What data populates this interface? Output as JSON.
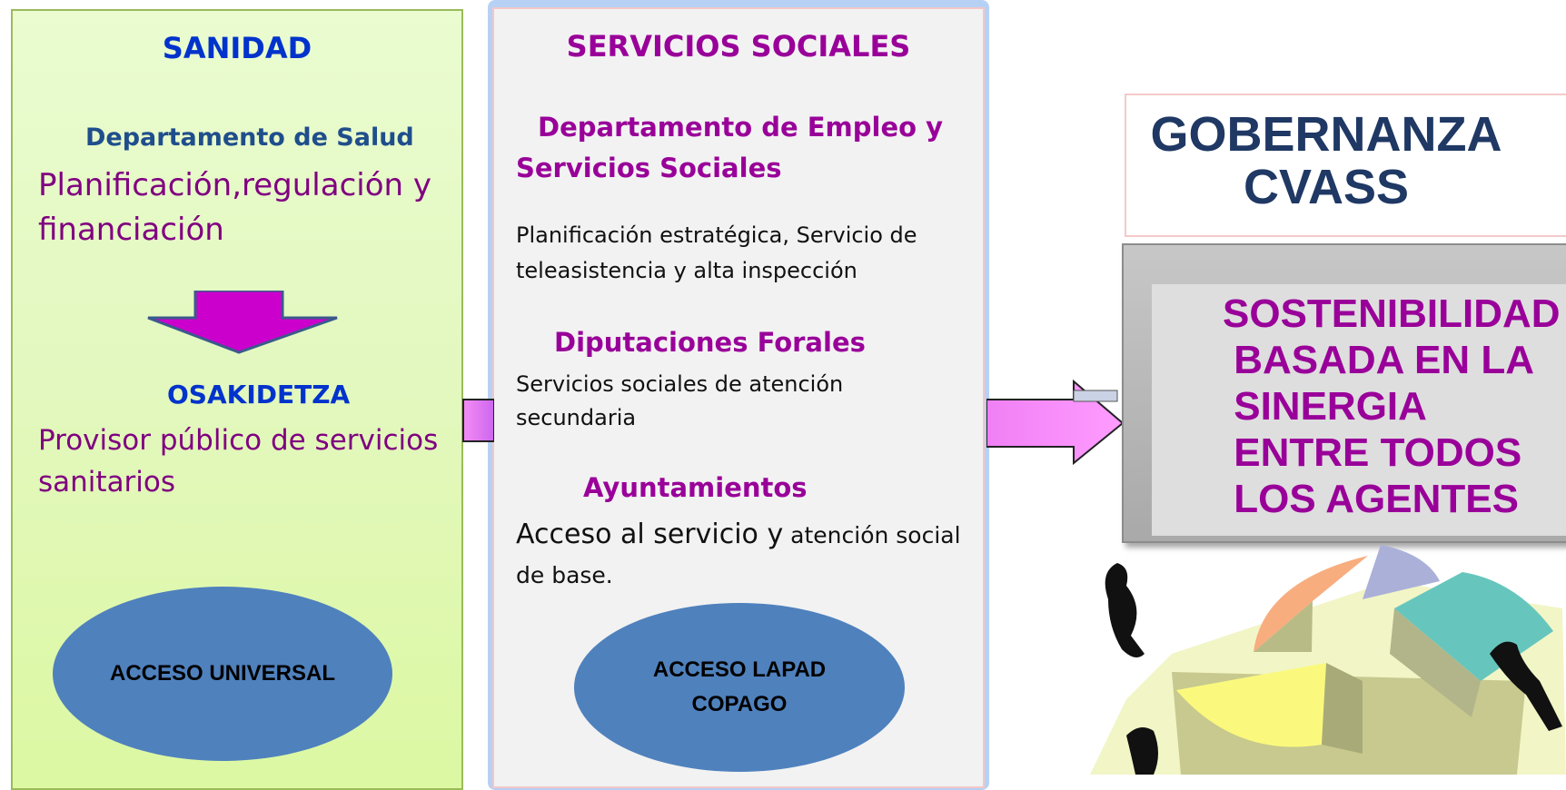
{
  "sanidad": {
    "title": "SANIDAD",
    "department": "Departamento de Salud",
    "department_role": "Planificación,regulación y financiación",
    "provider_title": "OSAKIDETZA",
    "provider_desc": "Provisor público de servicios sanitarios",
    "access": "ACCESO UNIVERSAL"
  },
  "servicios_sociales": {
    "title": "SERVICIOS SOCIALES",
    "department": "Departamento de Empleo y Servicios Sociales",
    "department_role": "Planificación estratégica, Servicio de teleasistencia y alta inspección",
    "diputaciones_title": "Diputaciones Forales",
    "diputaciones_desc": "Servicios sociales de atención secundaria",
    "ayuntamientos_title": "Ayuntamientos",
    "ayuntamientos_desc_large": "Acceso al servicio y",
    "ayuntamientos_desc_small": " atención social de base.",
    "access_line1": "ACCESO LAPAD",
    "access_line2": "COPAGO"
  },
  "gobernanza": {
    "line1": "GOBERNANZA",
    "line2": "CVASS"
  },
  "sostenibilidad": {
    "text": "SOSTENIBILIDAD\n BASADA EN LA\n SINERGIA\n ENTRE TODOS\n LOS AGENTES"
  },
  "colors": {
    "sanidad_bg": "#e3f8c0",
    "sanidad_border": "#9bbb59",
    "ss_bg": "#f2f2f2",
    "title_blue": "#0033cc",
    "purple": "#990099",
    "ellipse_blue": "#4f81bd",
    "arrow_magenta": "#cc00cc",
    "navy": "#1f3864"
  },
  "icons": [
    "down-arrow-icon",
    "right-arrow-icon",
    "pie-chart-people-clipart"
  ]
}
